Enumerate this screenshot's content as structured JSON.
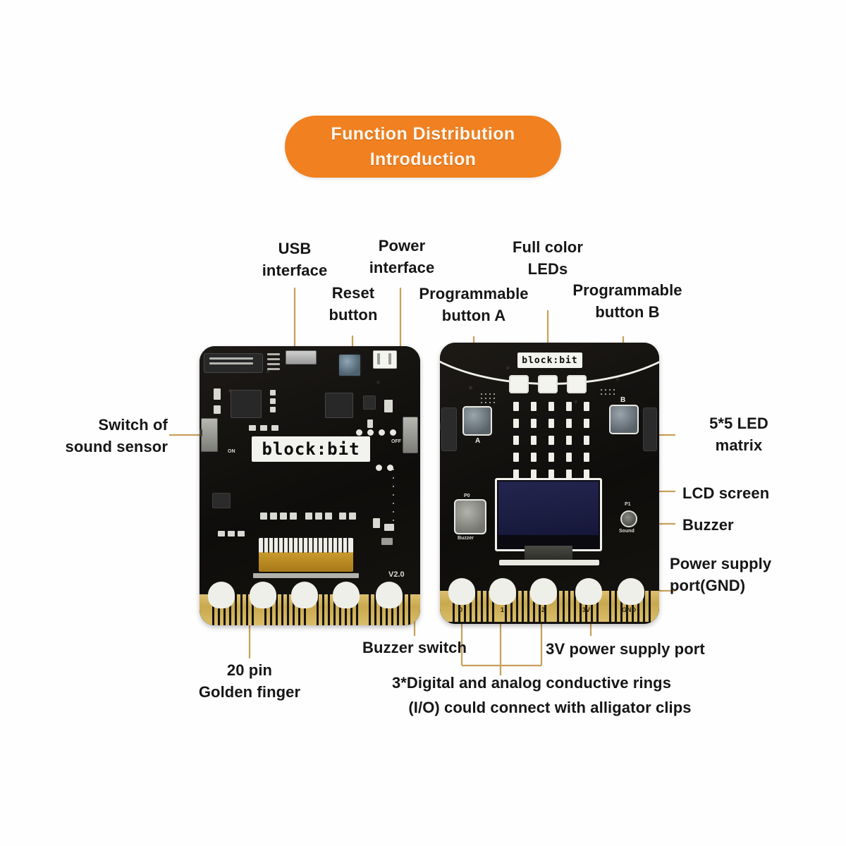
{
  "page": {
    "background_color": "#fefefe",
    "accent_orange": "#f08020",
    "leader_line_color": "#c8a05a",
    "leader_dot_color": "#ef7f1f",
    "label_color": "#161616",
    "board_color": "#14120f",
    "gold_color": "#c9a94f",
    "lcd_color": "#1b1d42"
  },
  "title": {
    "line1": "Function Distribution",
    "line2": "Introduction"
  },
  "boards": {
    "left": {
      "name": "block:bit back side",
      "silkscreen_logo": "block:bit",
      "version_silk": "V2.0",
      "off_silk": "OFF"
    },
    "right": {
      "name": "block:bit front side",
      "silkscreen_logo": "block:bit",
      "button_a_letter": "A",
      "button_b_letter": "B",
      "buzzer_silk": "Buzzer",
      "sound_silk_top": "P1",
      "sound_silk_bottom": "Sound",
      "pin_labels": [
        "0",
        "1",
        "2",
        "3V",
        "GND"
      ]
    }
  },
  "callouts": [
    {
      "id": "usb-interface",
      "text": "USB\ninterface",
      "align": "center"
    },
    {
      "id": "reset-button",
      "text": "Reset\nbutton",
      "align": "center"
    },
    {
      "id": "power-interface",
      "text": "Power\ninterface",
      "align": "center"
    },
    {
      "id": "programmable-button-a",
      "text": "Programmable\nbutton A",
      "align": "center"
    },
    {
      "id": "full-color-leds",
      "text": "Full color\nLEDs",
      "align": "center"
    },
    {
      "id": "programmable-button-b",
      "text": "Programmable\nbutton B",
      "align": "center"
    },
    {
      "id": "switch-of-sound-sensor",
      "text": "Switch of\nsound sensor",
      "align": "right"
    },
    {
      "id": "led-matrix",
      "text": "5*5 LED\nmatrix",
      "align": "left"
    },
    {
      "id": "lcd-screen",
      "text": "LCD screen",
      "align": "left"
    },
    {
      "id": "buzzer",
      "text": "Buzzer",
      "align": "left"
    },
    {
      "id": "power-supply-gnd",
      "text": "Power supply\nport(GND)",
      "align": "left"
    },
    {
      "id": "golden-finger",
      "text": "20 pin\nGolden finger",
      "align": "center"
    },
    {
      "id": "buzzer-switch",
      "text": "Buzzer switch",
      "align": "center"
    },
    {
      "id": "three-volt-port",
      "text": "3V power supply port",
      "align": "center"
    },
    {
      "id": "io-rings-line1",
      "text": "3*Digital and analog conductive rings",
      "align": "center"
    },
    {
      "id": "io-rings-line2",
      "text": "(I/O) could connect with alligator clips",
      "align": "center"
    }
  ],
  "callout_texts": {
    "usb_interface": "USB\ninterface",
    "reset_button": "Reset\nbutton",
    "power_interface": "Power\ninterface",
    "programmable_button_a": "Programmable\nbutton A",
    "full_color_leds": "Full color\nLEDs",
    "programmable_button_b": "Programmable\nbutton B",
    "switch_of_sound_sensor": "Switch of\nsound sensor",
    "led_matrix": "5*5 LED\nmatrix",
    "lcd_screen": "LCD screen",
    "buzzer": "Buzzer",
    "power_supply_gnd": "Power supply\nport(GND)",
    "golden_finger": "20 pin\nGolden finger",
    "buzzer_switch": "Buzzer switch",
    "three_volt_port": "3V power supply port",
    "io_rings_line1": "3*Digital and analog conductive rings",
    "io_rings_line2": "(I/O) could connect with alligator clips"
  }
}
